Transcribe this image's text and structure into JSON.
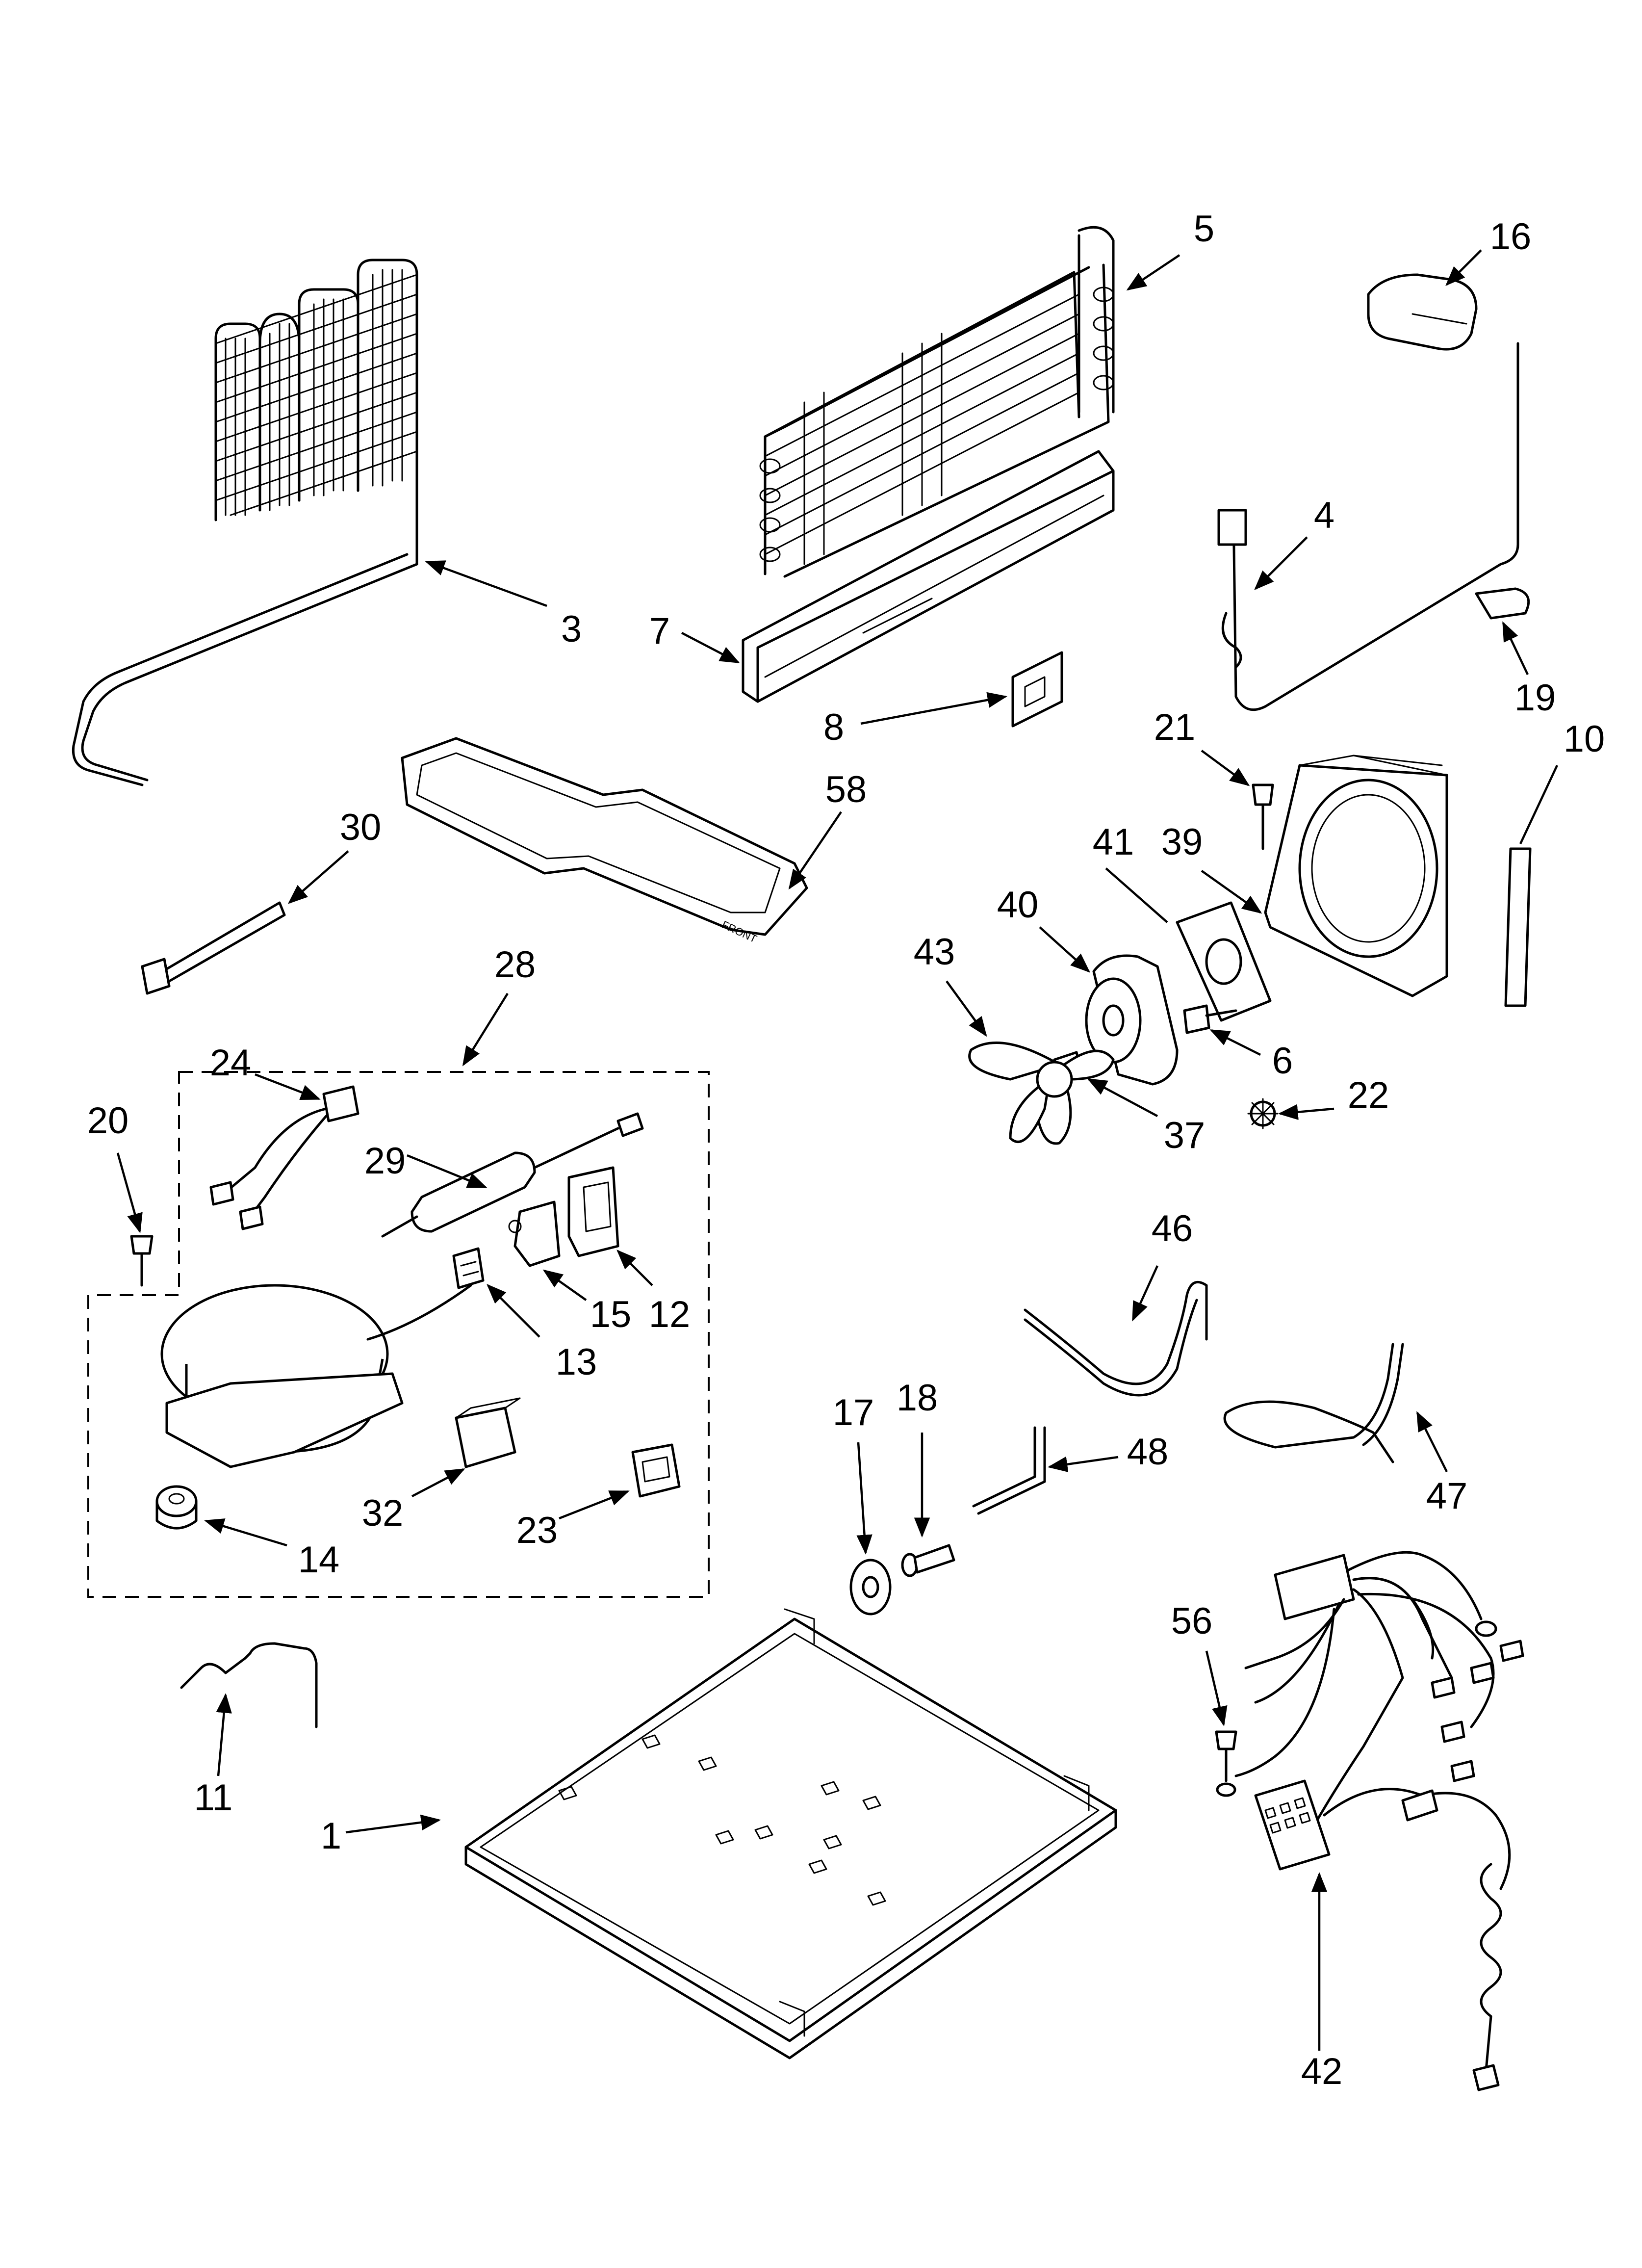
{
  "labels": {
    "l1": "1",
    "l3": "3",
    "l4": "4",
    "l5": "5",
    "l6": "6",
    "l7": "7",
    "l8": "8",
    "l10": "10",
    "l11": "11",
    "l12": "12",
    "l13": "13",
    "l14": "14",
    "l15": "15",
    "l16": "16",
    "l17": "17",
    "l18": "18",
    "l19": "19",
    "l20": "20",
    "l21": "21",
    "l22": "22",
    "l23": "23",
    "l24": "24",
    "l28": "28",
    "l29": "29",
    "l30": "30",
    "l32": "32",
    "l37": "37",
    "l39": "39",
    "l40": "40",
    "l41": "41",
    "l42": "42",
    "l43": "43",
    "l46": "46",
    "l47": "47",
    "l48": "48",
    "l56": "56",
    "l58": "58"
  },
  "drain_pan_marking": "FRONT"
}
